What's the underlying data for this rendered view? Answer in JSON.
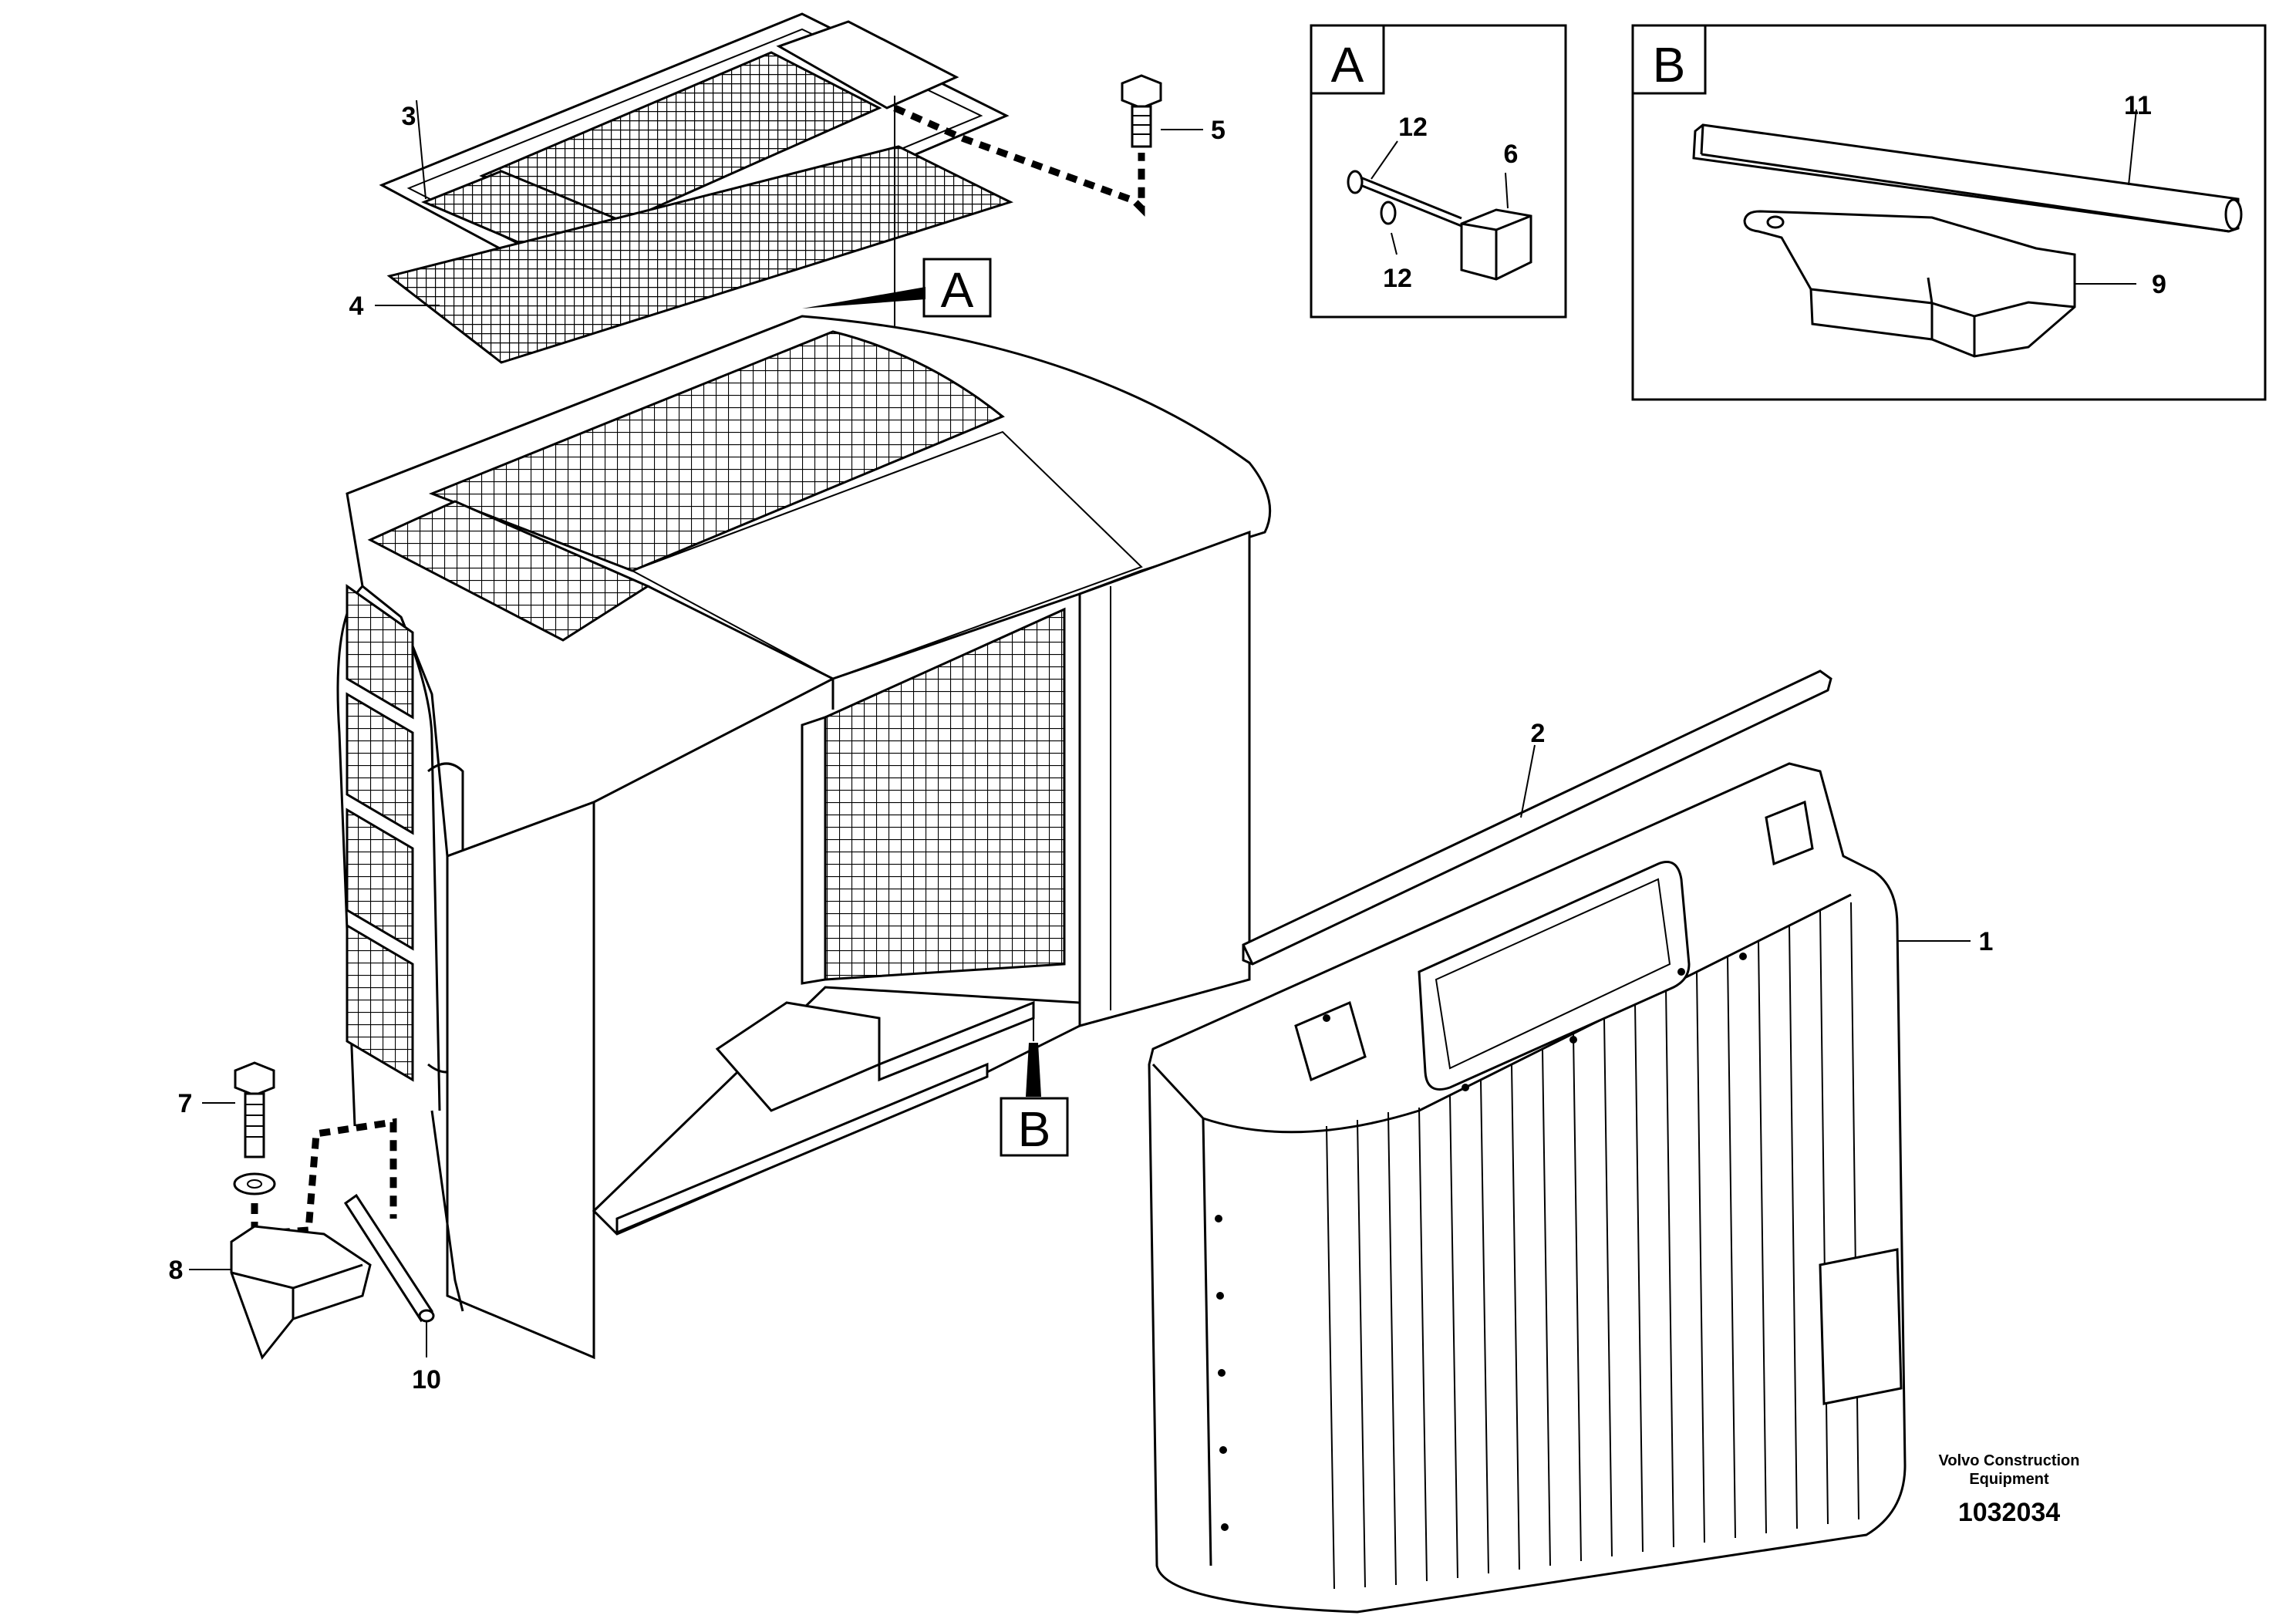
{
  "callouts": {
    "c1": "1",
    "c2": "2",
    "c3": "3",
    "c4": "4",
    "c5": "5",
    "c6": "6",
    "c7": "7",
    "c8": "8",
    "c9": "9",
    "c10": "10",
    "c11": "11",
    "c12a": "12",
    "c12b": "12"
  },
  "views": {
    "a": "A",
    "b": "B"
  },
  "markers": {
    "a": "A",
    "b": "B"
  },
  "footer": {
    "company_line1": "Volvo Construction",
    "company_line2": "Equipment",
    "drawing_number": "1032034"
  }
}
